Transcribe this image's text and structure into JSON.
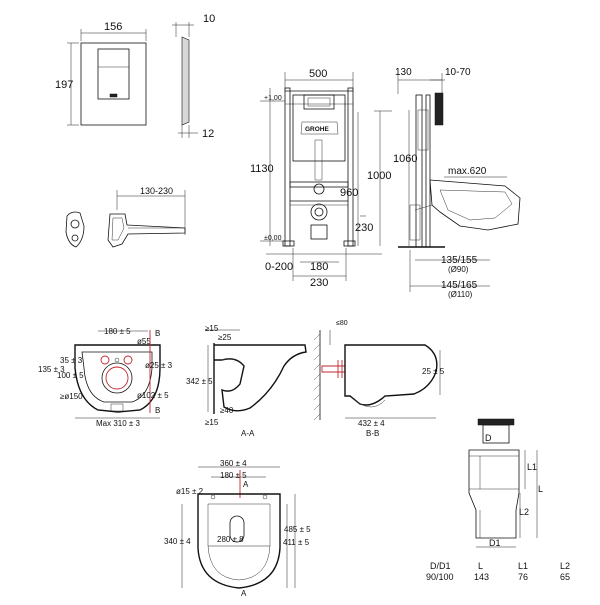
{
  "flush_plate": {
    "width": "156",
    "height": "197",
    "depth": "10",
    "depth_back": "12"
  },
  "frame": {
    "width": "500",
    "height": "1130",
    "h_1000": "1000",
    "h_960": "960",
    "h_230": "230",
    "plus_level": "+1,00",
    "zero_level": "±0,00",
    "offset": "0-200",
    "w_180": "180",
    "w_230": "230",
    "brand": "GROHE"
  },
  "side_frame": {
    "depth": "130",
    "range": "10-70",
    "h_1060": "1060",
    "max": "max.620",
    "d1_a": "135/155",
    "d1_a_sub": "(Ø90)",
    "d1_b": "145/165",
    "d1_b_sub": "(Ø110)"
  },
  "bracket": {
    "range": "130-230"
  },
  "top_view": {
    "w_180": "180 ± 5",
    "dia_55": "ø55",
    "label_b": "B",
    "d_25": "ø25 ± 3",
    "d_35": "35 ± 3",
    "d_135": "135 ± 3",
    "d_100": "100 ± 5",
    "d_150": "≥ø150",
    "d_102": "ø102 ± 5",
    "max_310": "Max 310 ± 3"
  },
  "section_aa": {
    "g15": "≥15",
    "g25": "≥25",
    "h_342": "342 ± 5",
    "h_40": "≥40",
    "g15b": "≥15",
    "caption": "A-A"
  },
  "section_bb": {
    "d_80": "≤80",
    "h_25": "25 ± 5",
    "w_432": "432 ± 4",
    "caption": "B-B"
  },
  "bottom_view": {
    "w_360": "360 ± 4",
    "w_180": "180 ± 5",
    "label_a": "A",
    "d_15": "ø15 ± 2",
    "h_340": "340 ± 4",
    "h_280": "280 ± 8",
    "h_485": "485 ± 5",
    "h_411": "411 ± 5"
  },
  "pipe": {
    "label_d": "D",
    "label_l": "L",
    "label_l1": "L1",
    "label_l2": "L2",
    "label_d1": "D1",
    "table_headers": [
      "D/D1",
      "L",
      "L1",
      "L2"
    ],
    "table_values": [
      "90/100",
      "143",
      "76",
      "65"
    ]
  }
}
